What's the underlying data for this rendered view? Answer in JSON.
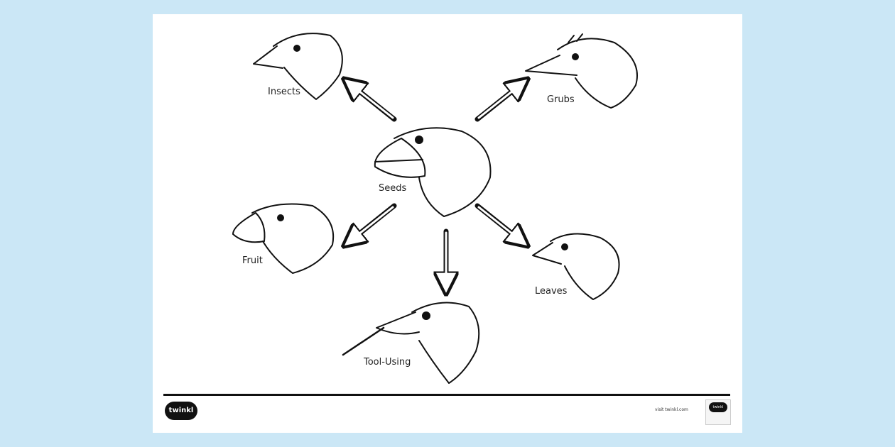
{
  "labels": {
    "insects": "Insects",
    "grubs": "Grubs",
    "seeds": "Seeds",
    "fruit": "Fruit",
    "leaves": "Leaves",
    "tool_using": "Tool-Using"
  },
  "footer": {
    "logo": "twinkl",
    "url": "visit twinkl.com",
    "badge": "twinkl"
  }
}
